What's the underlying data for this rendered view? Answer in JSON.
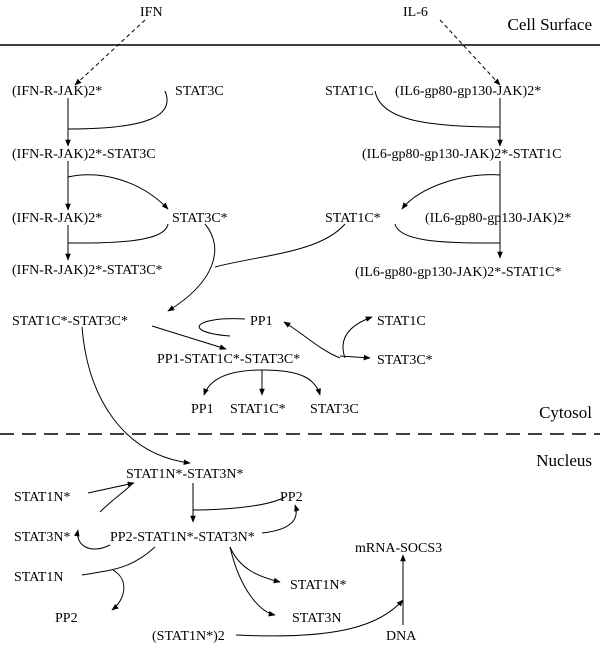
{
  "regions": {
    "cell_surface": "Cell Surface",
    "cytosol": "Cytosol",
    "nucleus": "Nucleus"
  },
  "nodes": {
    "ifn": "IFN",
    "il6": "IL-6",
    "ifn_r_jak_1": "(IFN-R-JAK)2*",
    "stat3c_1": "STAT3C",
    "stat1c_1": "STAT1C",
    "il6_jak_1": "(IL6-gp80-gp130-JAK)2*",
    "ifn_r_jak_stat3c": "(IFN-R-JAK)2*-STAT3C",
    "il6_jak_stat1c": "(IL6-gp80-gp130-JAK)2*-STAT1C",
    "ifn_r_jak_2": "(IFN-R-JAK)2*",
    "stat3c_star": "STAT3C*",
    "stat1c_star": "STAT1C*",
    "il6_jak_2": "(IL6-gp80-gp130-JAK)2*",
    "ifn_r_jak_stat3c_star": "(IFN-R-JAK)2*-STAT3C*",
    "il6_jak_stat1c_star": "(IL6-gp80-gp130-JAK)2*-STAT1C*",
    "stat1c_stat3c_star": "STAT1C*-STAT3C*",
    "pp1_top": "PP1",
    "stat1c_right": "STAT1C",
    "pp1_complex": "PP1-STAT1C*-STAT3C*",
    "stat3c_star_right": "STAT3C*",
    "pp1_bottom": "PP1",
    "stat1c_star_bottom": "STAT1C*",
    "stat3c_bottom": "STAT3C",
    "stat1n_stat3n_star": "STAT1N*-STAT3N*",
    "stat1n_star_left": "STAT1N*",
    "pp2_top": "PP2",
    "stat3n_star_left": "STAT3N*",
    "pp2_complex": "PP2-STAT1N*-STAT3N*",
    "mrna_socs3": "mRNA-SOCS3",
    "stat1n": "STAT1N",
    "stat1n_star_right": "STAT1N*",
    "pp2_bottom": "PP2",
    "stat3n": "STAT3N",
    "stat1n_star_dimer": "(STAT1N*)2",
    "dna": "DNA"
  }
}
